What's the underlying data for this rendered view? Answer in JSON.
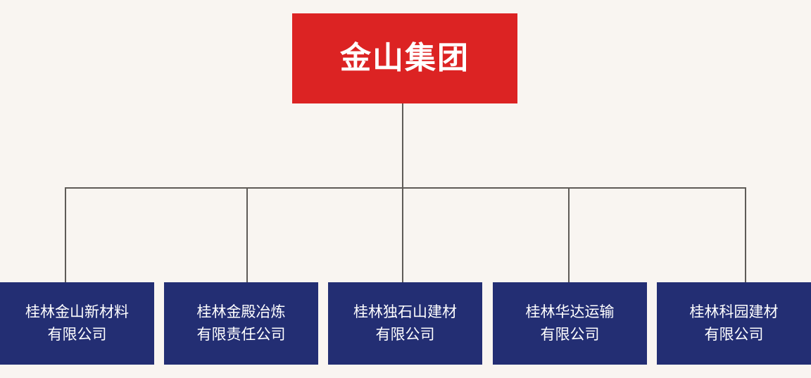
{
  "chart": {
    "type": "org-chart",
    "background_color": "#f9f5f1",
    "connector_color": "#5f5b57",
    "root": {
      "label": "金山集团",
      "fill_color": "#dc2323",
      "text_color": "#ffffff"
    },
    "children_style": {
      "fill_color": "#232e73",
      "text_color": "#ffffff"
    },
    "children": [
      {
        "label": "桂林金山新材料\n有限公司"
      },
      {
        "label": "桂林金殿冶炼\n有限责任公司"
      },
      {
        "label": "桂林独石山建材\n有限公司"
      },
      {
        "label": "桂林华达运输\n有限公司"
      },
      {
        "label": "桂林科园建材\n有限公司"
      }
    ]
  }
}
